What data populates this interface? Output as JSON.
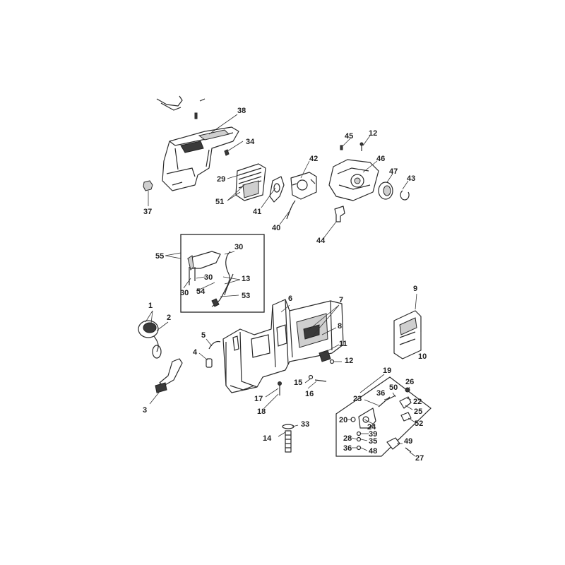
{
  "callouts": [
    {
      "id": "c38",
      "text": "38"
    },
    {
      "id": "c34",
      "text": "34"
    },
    {
      "id": "c29",
      "text": "29"
    },
    {
      "id": "c51",
      "text": "51"
    },
    {
      "id": "c37",
      "text": "37"
    },
    {
      "id": "c41",
      "text": "41"
    },
    {
      "id": "c40",
      "text": "40"
    },
    {
      "id": "c42",
      "text": "42"
    },
    {
      "id": "c45",
      "text": "45"
    },
    {
      "id": "c12a",
      "text": "12"
    },
    {
      "id": "c46",
      "text": "46"
    },
    {
      "id": "c47",
      "text": "47"
    },
    {
      "id": "c43",
      "text": "43"
    },
    {
      "id": "c44",
      "text": "44"
    },
    {
      "id": "c55",
      "text": "55"
    },
    {
      "id": "c30a",
      "text": "30"
    },
    {
      "id": "c30b",
      "text": "30"
    },
    {
      "id": "c30c",
      "text": "30"
    },
    {
      "id": "c13",
      "text": "13"
    },
    {
      "id": "c54",
      "text": "54"
    },
    {
      "id": "c53",
      "text": "53"
    },
    {
      "id": "c1",
      "text": "1"
    },
    {
      "id": "c2",
      "text": "2"
    },
    {
      "id": "c6",
      "text": "6"
    },
    {
      "id": "c7",
      "text": "7"
    },
    {
      "id": "c8",
      "text": "8"
    },
    {
      "id": "c9",
      "text": "9"
    },
    {
      "id": "c10",
      "text": "10"
    },
    {
      "id": "c5",
      "text": "5"
    },
    {
      "id": "c4",
      "text": "4"
    },
    {
      "id": "c3",
      "text": "3"
    },
    {
      "id": "c11",
      "text": "11"
    },
    {
      "id": "c12b",
      "text": "12"
    },
    {
      "id": "c15",
      "text": "15"
    },
    {
      "id": "c16",
      "text": "16"
    },
    {
      "id": "c17",
      "text": "17"
    },
    {
      "id": "c18",
      "text": "18"
    },
    {
      "id": "c19",
      "text": "19"
    },
    {
      "id": "c14",
      "text": "14"
    },
    {
      "id": "c33",
      "text": "33"
    },
    {
      "id": "c23",
      "text": "23"
    },
    {
      "id": "c36a",
      "text": "36"
    },
    {
      "id": "c50",
      "text": "50"
    },
    {
      "id": "c26",
      "text": "26"
    },
    {
      "id": "c22",
      "text": "22"
    },
    {
      "id": "c25",
      "text": "25"
    },
    {
      "id": "c52",
      "text": "52"
    },
    {
      "id": "c20",
      "text": "20"
    },
    {
      "id": "c24",
      "text": "24"
    },
    {
      "id": "c39",
      "text": "39"
    },
    {
      "id": "c28",
      "text": "28"
    },
    {
      "id": "c35",
      "text": "35"
    },
    {
      "id": "c36b",
      "text": "36"
    },
    {
      "id": "c48",
      "text": "48"
    },
    {
      "id": "c49",
      "text": "49"
    },
    {
      "id": "c27",
      "text": "27"
    }
  ]
}
